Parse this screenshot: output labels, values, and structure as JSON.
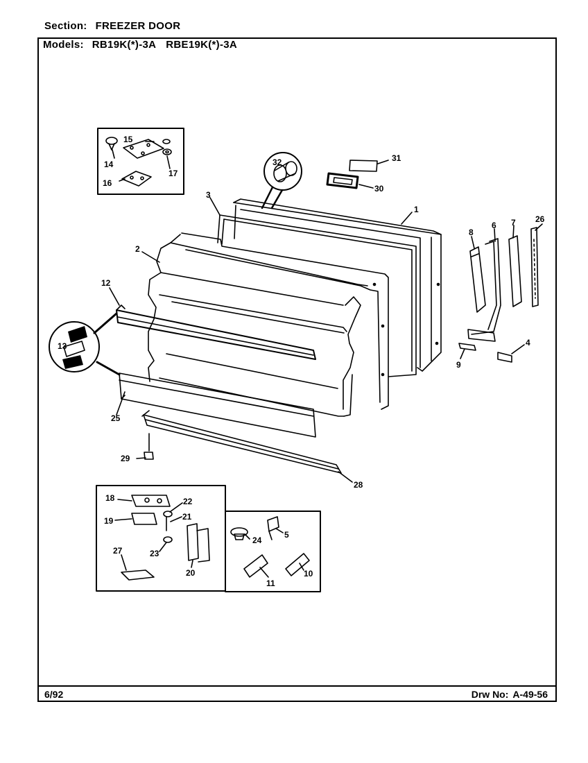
{
  "header": {
    "section_label": "Section:",
    "section_value": "FREEZER DOOR",
    "models_label": "Models:",
    "model_1": "RB19K(*)-3A",
    "model_2": "RBE19K(*)-3A"
  },
  "footer": {
    "date": "6/92",
    "drawing_label": "Drw No:",
    "drawing_number": "A-49-56"
  },
  "callouts": {
    "c1": "1",
    "c2": "2",
    "c3": "3",
    "c4": "4",
    "c5": "5",
    "c6": "6",
    "c7": "7",
    "c8": "8",
    "c9": "9",
    "c10": "10",
    "c11": "11",
    "c12": "12",
    "c13": "13",
    "c14": "14",
    "c15": "15",
    "c16": "16",
    "c17": "17",
    "c18": "18",
    "c19": "19",
    "c20": "20",
    "c21": "21",
    "c22": "22",
    "c23": "23",
    "c24": "24",
    "c25": "25",
    "c26": "26",
    "c27": "27",
    "c28": "28",
    "c29": "29",
    "c30": "30",
    "c31": "31",
    "c32": "32"
  }
}
